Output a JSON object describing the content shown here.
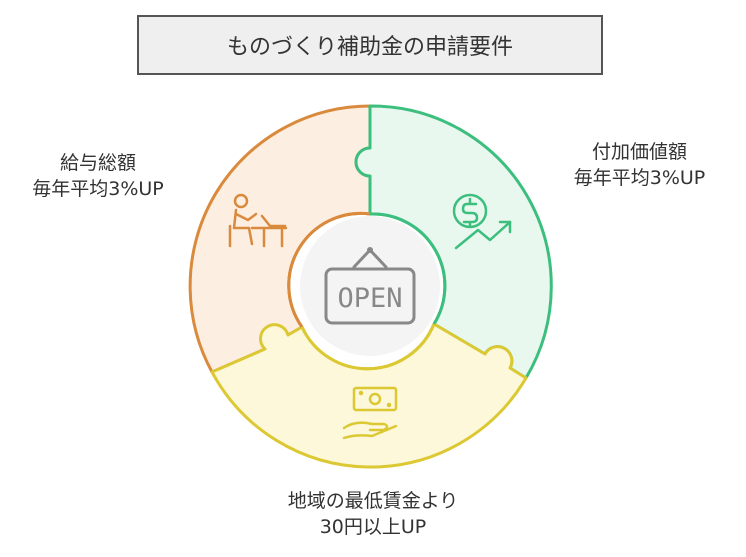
{
  "title": "ものづくり補助金の申請要件",
  "segments": {
    "left": {
      "line1": "給与総額",
      "line2": "毎年平均3%UP",
      "color": "#d98a3c",
      "fill": "#fdeee2",
      "icon": "desk-worker-icon"
    },
    "right": {
      "line1": "付加価値額",
      "line2": "毎年平均3%UP",
      "color": "#3cbf7e",
      "fill": "#e9f8ef",
      "icon": "money-growth-icon"
    },
    "bottom": {
      "line1": "地域の最低賃金より",
      "line2": "30円以上UP",
      "color": "#dcc833",
      "fill": "#fcf8d9",
      "icon": "cash-hand-icon"
    }
  },
  "center": {
    "sign_text": "OPEN",
    "icon": "open-sign-icon"
  }
}
